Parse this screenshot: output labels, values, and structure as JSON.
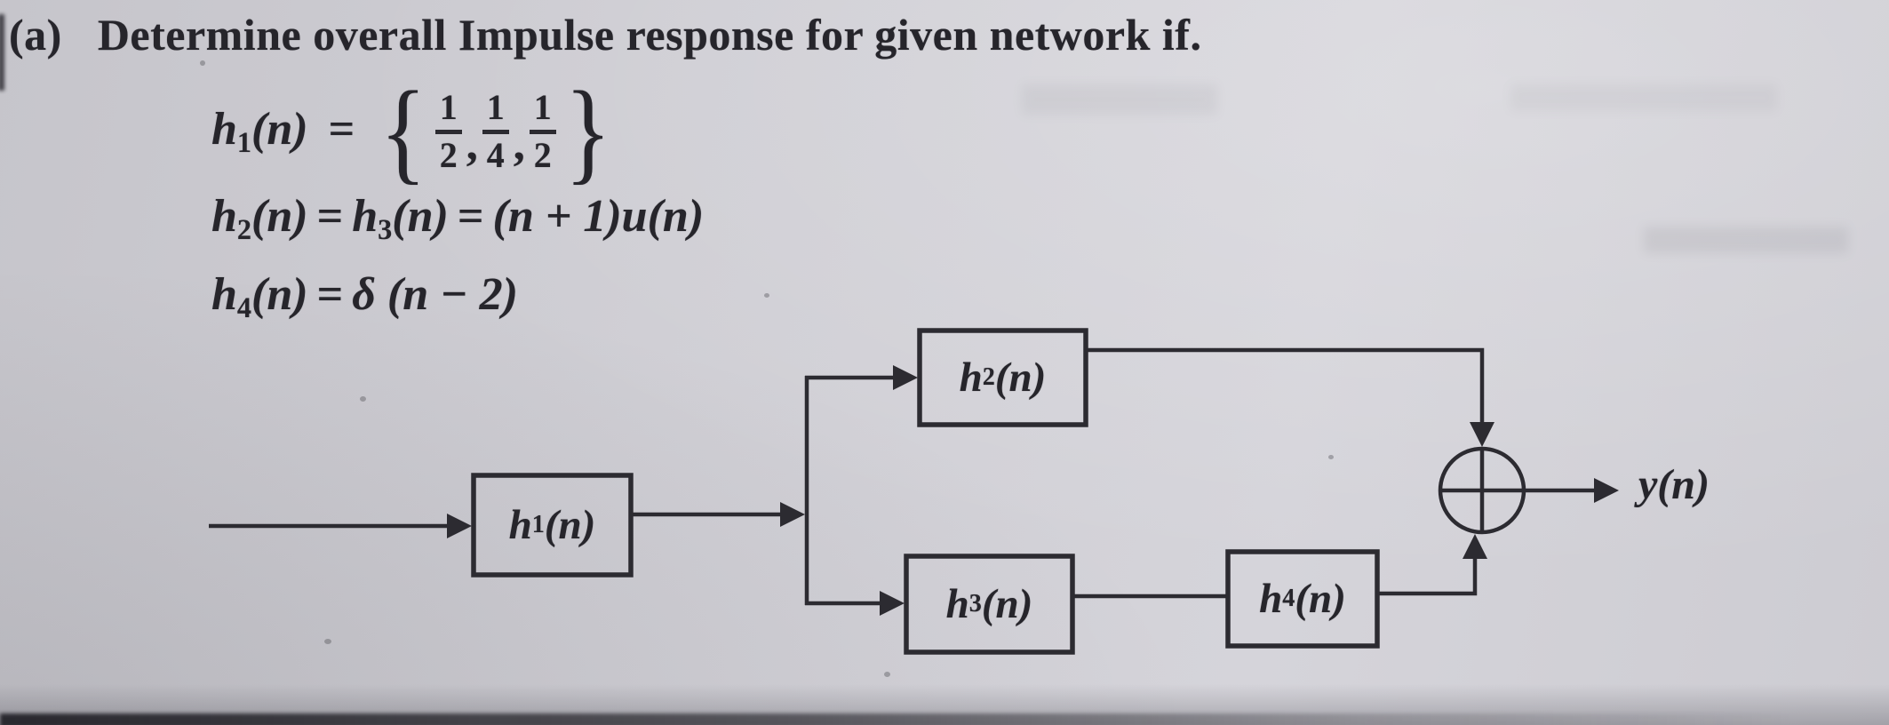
{
  "page": {
    "label": "(a)",
    "title": "Determine overall Impulse response for given network if."
  },
  "equations": {
    "eq1": {
      "sym": "h",
      "sub": "1",
      "arg": "(n)",
      "equals": "=",
      "open_brace": "{",
      "close_brace": "}",
      "comma": ",",
      "fractions": [
        {
          "num": "1",
          "den": "2"
        },
        {
          "num": "1",
          "den": "4"
        },
        {
          "num": "1",
          "den": "2"
        }
      ]
    },
    "eq2": {
      "lhs1": {
        "sym": "h",
        "sub": "2",
        "arg": "(n)"
      },
      "equals1": "=",
      "lhs2": {
        "sym": "h",
        "sub": "3",
        "arg": "(n)"
      },
      "equals2": "=",
      "rhs": "(n + 1)u(n)"
    },
    "eq3": {
      "lhs": {
        "sym": "h",
        "sub": "4",
        "arg": "(n)"
      },
      "equals": "=",
      "rhs": "δ (n − 2)"
    }
  },
  "diagram": {
    "blocks": [
      {
        "id": "h1",
        "sym": "h",
        "sub": "1",
        "arg": "(n)"
      },
      {
        "id": "h2",
        "sym": "h",
        "sub": "2",
        "arg": "(n)"
      },
      {
        "id": "h3",
        "sym": "h",
        "sub": "3",
        "arg": "(n)"
      },
      {
        "id": "h4",
        "sym": "h",
        "sub": "4",
        "arg": "(n)"
      }
    ],
    "summing_junction": "plus-circle",
    "output_label": "y(n)",
    "ink_color": "#2c2b31",
    "paper_color": "#cfced4"
  }
}
